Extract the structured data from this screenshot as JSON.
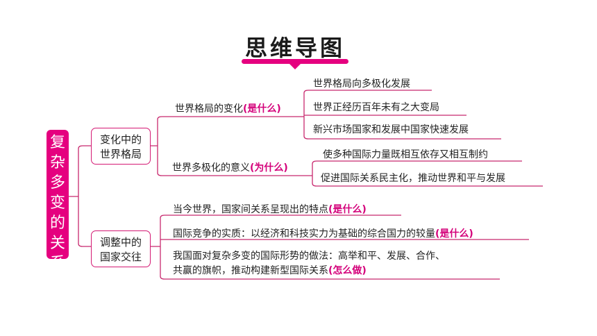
{
  "title": "思维导图",
  "root": "复杂多变的关系",
  "branches": [
    {
      "label_lines": [
        "变化中的",
        "世界格局"
      ],
      "topics": [
        {
          "text": "世界格局的变化",
          "tag": "(是什么)",
          "leaves": [
            "世界格局向多极化发展",
            "世界正经历百年未有之大变局",
            "新兴市场国家和发展中国家快速发展"
          ]
        },
        {
          "text": "世界多极化的意义",
          "tag": "(为什么)",
          "leaves": [
            "使多种国际力量既相互依存又相互制约",
            "促进国际关系民主化，推动世界和平与发展"
          ]
        }
      ]
    },
    {
      "label_lines": [
        "调整中的",
        "国家交往"
      ],
      "items": [
        {
          "lines": [
            "当今世界，国家间关系呈现出的特点"
          ],
          "tag": "(是什么)"
        },
        {
          "lines": [
            "国际竞争的实质：以经济和科技实力为基础的综合国力的较量"
          ],
          "tag": "(是什么)"
        },
        {
          "lines": [
            "我国面对复杂多变的国际形势的做法：高举和平、发展、合作、",
            "共赢的旗帜，推动构建新型国际关系"
          ],
          "tag": "(怎么做)"
        }
      ]
    }
  ],
  "colors": {
    "accent": "#e5007f",
    "line": "#c8286e"
  }
}
